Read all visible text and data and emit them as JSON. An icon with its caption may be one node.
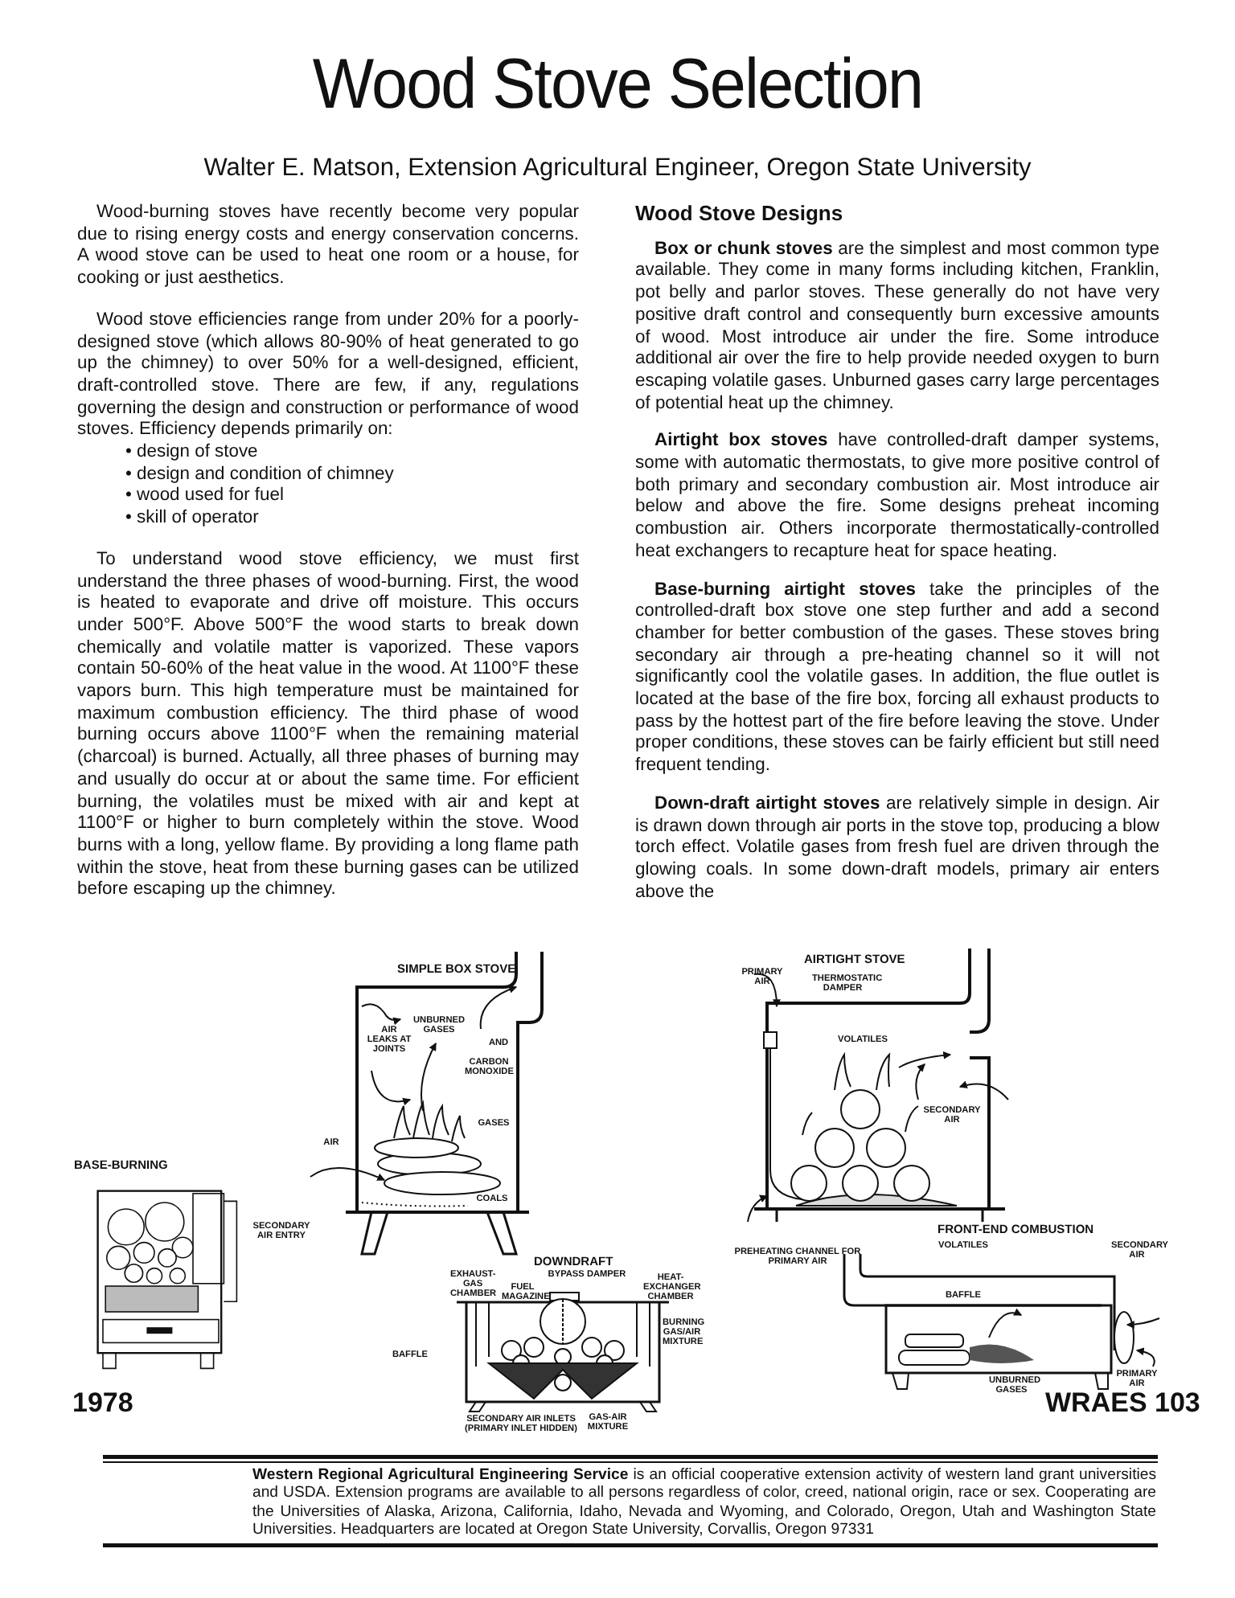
{
  "diagram": {
    "title": "Wood Stove Selection",
    "nodes": [
      {
        "text": [
          "SIMPLE BOX STOVE",
          "AIR LEAKS AT JOINTS",
          "UNBURNED GASES",
          "AND",
          "CARBON MONOXIDE",
          "AIR",
          "GASES",
          "COALS"
        ]
      },
      {
        "text": [
          "AIRTIGHT STOVE",
          "PRIMARY AIR",
          "THERMOSTATIC DAMPER",
          "VOLATILES",
          "SECONDARY AIR"
        ]
      },
      {
        "text": [
          "BASE-BURNING",
          "SECONDARY AIR ENTRY"
        ]
      },
      {
        "text": [
          "DOWNDRAFT",
          "EXHAUST-GAS CHAMBER",
          "BYPASS DAMPER",
          "FUEL MAGAZINE",
          "HEAT-EXCHANGER CHAMBER",
          "BURNING GAS/AIR MIXTURE",
          "BAFFLE",
          "GAS-AIR MIXTURE",
          "SECONDARY AIR INLETS (PRIMARY INLET HIDDEN)"
        ]
      },
      {
        "text": [
          "FRONT-END COMBUSTION",
          "VOLATILES",
          "SECONDARY AIR",
          "BAFFLE",
          "UNBURNED GASES",
          "PRIMARY AIR"
        ]
      }
    ],
    "labels": [
      "Walter E. Matson, Extension Agricultural Engineer, Oregon State University",
      "Wood-burning stoves have recently become very popular due to rising energy costs and energy conservation concerns. A wood stove can be used to heat one room or a house, for cooking or just aesthetics.",
      "Wood stove efficiencies range from under 20% for a poorly-designed stove (which allows 80-90% of heat generated to go up the chimney) to over 50% for a well-designed, efficient, draft-controlled stove. There are few, if any, regulations governing the design and construction or performance of wood stoves. Efficiency depends primarily on:",
      "• design of stove",
      "• design and condition of chimney",
      "• wood used for fuel",
      "• skill of operator",
      "To understand wood stove efficiency, we must first understand the three phases of wood-burning. First, the wood is heated to evaporate and drive off moisture. This occurs under 500°F. Above 500°F the wood starts to break down chemically and volatile matter is vaporized. These vapors contain 50-60% of the heat value in the wood. At 1100°F these vapors burn. This high temperature must be maintained for maximum combustion efficiency. The third phase of wood burning occurs above 1100°F when the remaining material (charcoal) is burned. Actually, all three phases of burning may and usually do occur at or about the same time. For efficient burning, the volatiles must be mixed with air and kept at 1100°F or higher to burn completely within the stove. Wood burns with a long, yellow flame. By providing a long flame path within the stove, heat from these burning gases can be utilized before escaping up the chimney.",
      "Wood Stove Designs",
      "**Box or chunk stoves** are the simplest and most common type available. They come in many forms including kitchen, Franklin, pot belly and parlor stoves. These generally do not have very positive draft control and consequently burn excessive amounts of wood. Most introduce air under the fire. Some introduce additional air over the fire to help provide needed oxygen to burn escaping volatile gases. Unburned gases carry large percentages of potential heat up the chimney.",
      "**Airtight box stoves** have controlled-draft damper systems, some with automatic thermostats, to give more positive control of both primary and secondary combustion air. Most introduce air below and above the fire. Some designs preheat incoming combustion air. Others incorporate thermostatically-controlled heat exchangers to recapture heat for space heating.",
      "**Base-burning airtight stoves** take the principles of the controlled-draft box stove one step further and add a second chamber for better combustion of the gases. These stoves bring secondary air through a pre-heating channel so it will not significantly cool the volatile gases. In addition, the flue outlet is located at the base of the fire box, forcing all exhaust products to pass by the hottest part of the fire before leaving the stove. Under proper conditions, these stoves can be fairly efficient but still need frequent tending.",
      "**Down-draft airtight stoves** are relatively simple in design. Air is drawn down through air ports in the stove top, producing a blow torch effect. Volatile gases from fresh fuel are driven through the glowing coals. In some down-draft models, primary air enters above the",
      "1978",
      "WRAES 103",
      "**Western Regional Agricultural Engineering Service** is an official cooperative extension activity of western land grant universities and USDA. Extension programs are available to all persons regardless of color, creed, national origin, race or sex. Cooperating are the Universities of Alaska, Arizona, California, Idaho, Nevada and Wyoming, and Colorado, Oregon, Utah and Washington State Universities. Headquarters are located at Oregon State University, Corvallis, Oregon 97331",
      "PREHEATING CHANNEL FOR PRIMARY AIR"
    ]
  }
}
